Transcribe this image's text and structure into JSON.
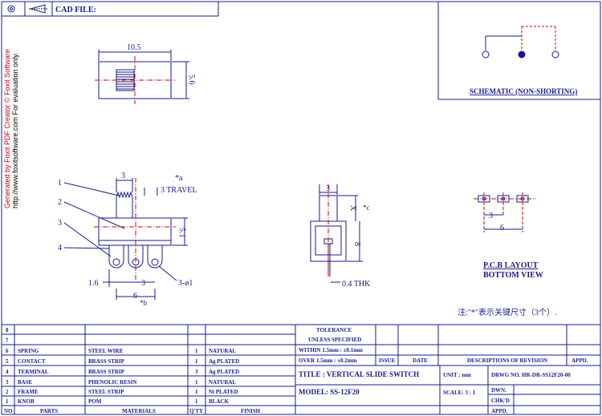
{
  "header": {
    "cad_label": "CAD FILE:"
  },
  "watermark": {
    "line1": "Generated by Foxit PDF Creator © Foxit Software",
    "line2": "http://www.foxitsoftware.com   For evaluation only."
  },
  "schematic": {
    "label": "SCHEMATIC (NON-SHORTING)"
  },
  "top_view": {
    "dim_width": "10.5",
    "dim_height": "5.6"
  },
  "side_view": {
    "callouts": [
      "1",
      "2",
      "3",
      "4"
    ],
    "dim_knob": "3",
    "travel_note": "*a",
    "travel_label": "3 TRAVEL",
    "dim_height": "5.1",
    "dim_pin": "1.6",
    "dim_pitch": "3",
    "dim_hole": "3-ø1",
    "dim_span": "6",
    "span_note": "*b"
  },
  "end_view": {
    "dim_knob": "3",
    "note_c": "*c",
    "x_label": "X",
    "dim_height": "8",
    "thk_label": "0.4 THK"
  },
  "pcb_layout": {
    "dim_pitch": "3",
    "dim_span": "6",
    "label1": "P.C.B LAYOUT",
    "label2": "BOTTOM VIEW"
  },
  "note": "注:\"*\"表示关键尺寸（3个）.",
  "bom": {
    "headers": [
      "NO",
      "PARTS",
      "MATERIALS",
      "Q'TY",
      "FINISH"
    ],
    "rows": [
      [
        "8",
        "",
        "",
        "",
        ""
      ],
      [
        "7",
        "",
        "",
        "",
        ""
      ],
      [
        "6",
        "SPRING",
        "STEEL WIRE",
        "1",
        "NATURAL"
      ],
      [
        "5",
        "CONTACT",
        "BRASS STRIP",
        "1",
        "Ag PLATED"
      ],
      [
        "4",
        "TERMINAL",
        "BRASS STRIP",
        "3",
        "Ag PLATED"
      ],
      [
        "3",
        "BASE",
        "PHENOLIC RESIN",
        "1",
        "NATURAL"
      ],
      [
        "2",
        "FRAME",
        "STEEL STRIP",
        "1",
        "Ni PLATED"
      ],
      [
        "1",
        "KNOB",
        "POM",
        "1",
        "BLACK"
      ]
    ]
  },
  "title_block": {
    "tolerance": "TOLERANCE",
    "unless": "UNLESS SPECIFIED",
    "within": "WITHIN 1.5mm : ±0.1mm",
    "over": "OVER 1.5mm : ±0.2mm",
    "issue": "ISSUE",
    "date": "DATE",
    "desc_rev": "DESCRIPTIONS OF REVISION",
    "appd": "APPD.",
    "title": "TITLE : VERTICAL SLIDE SWITCH",
    "unit": "UNIT : mm",
    "drwg": "DRWG NO. HR-DR-SS12F20-00",
    "model": "MODEL: SS-12F20",
    "scale": "SCALE: 3 : 1",
    "dwn": "DWN.",
    "chkd": "CHK'D",
    "appd2": "APPD."
  }
}
